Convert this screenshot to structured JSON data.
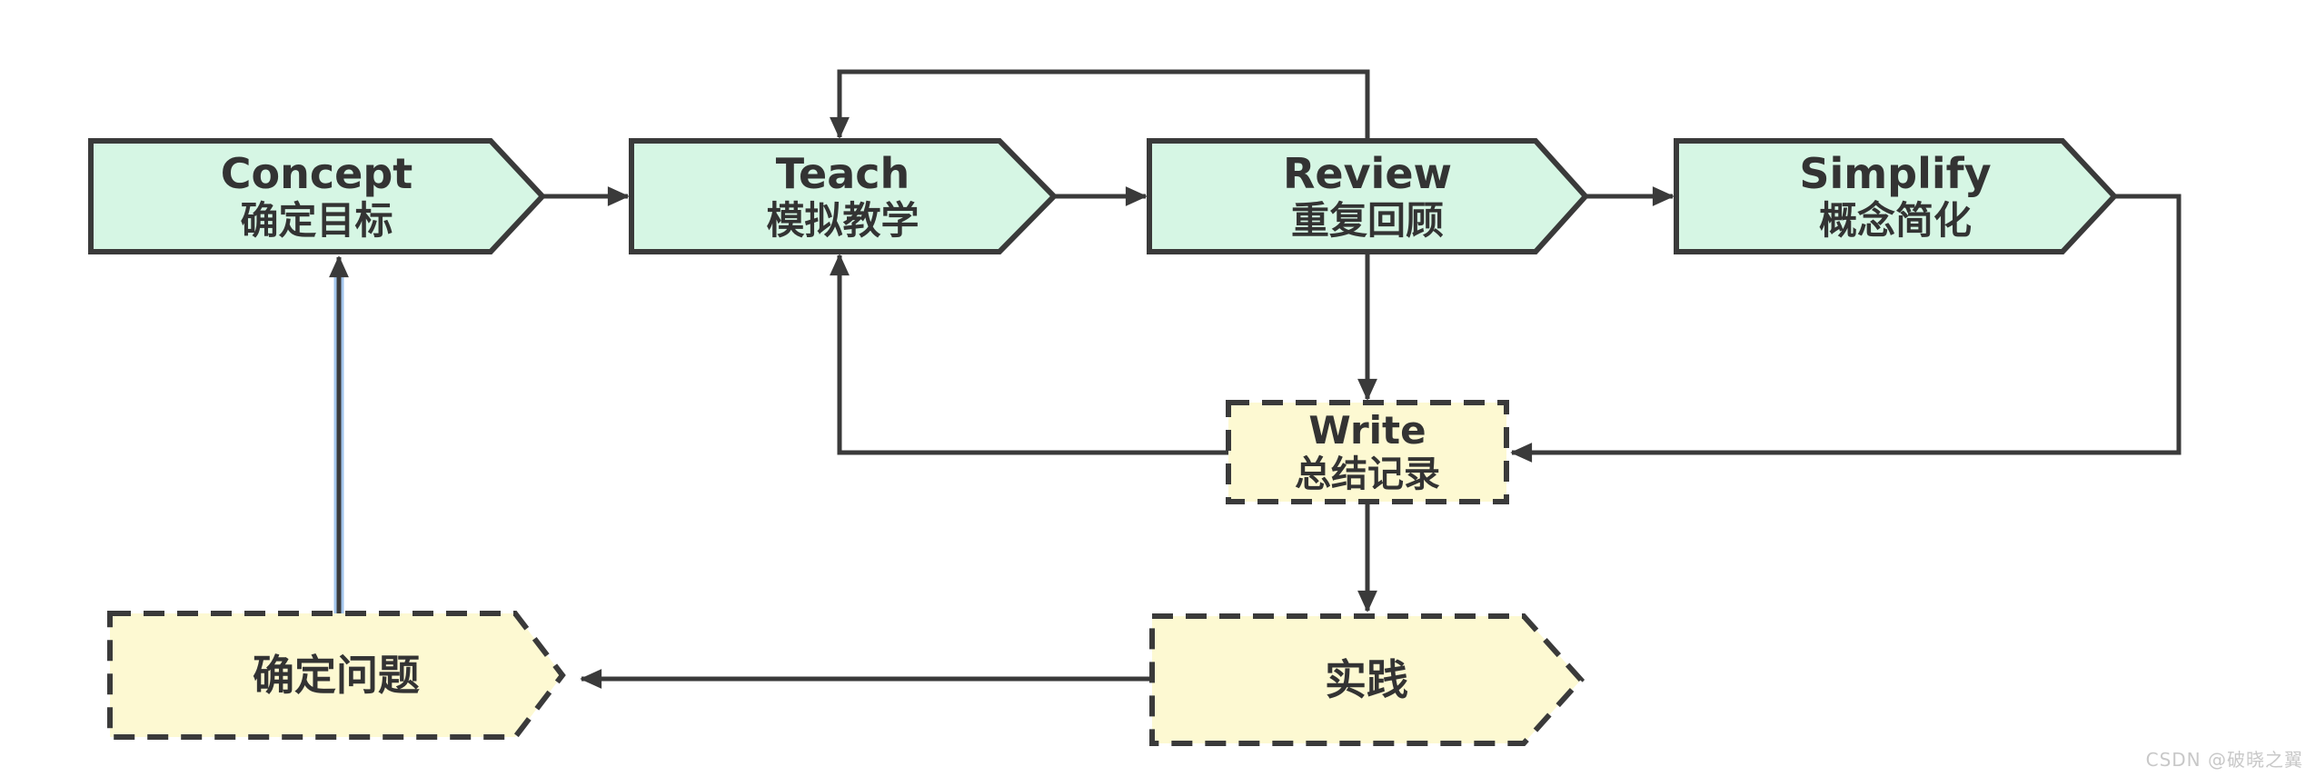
{
  "diagram": {
    "type": "flowchart",
    "colors": {
      "node_fill_green": "#d6f6e4",
      "node_fill_yellow": "#fdf9d2",
      "border_and_lines": "#3a3a3a",
      "highlight_edge_glow": "#8cb8e8",
      "label_text": "#333333",
      "background": "#ffffff",
      "watermark_text": "#c8c8c8"
    },
    "nodes": [
      {
        "id": "concept",
        "label_en": "Concept",
        "label_zh": "确定目标",
        "shape": "signpost-pentagon",
        "style": "green-solid"
      },
      {
        "id": "teach",
        "label_en": "Teach",
        "label_zh": "模拟教学",
        "shape": "signpost-pentagon",
        "style": "green-solid"
      },
      {
        "id": "review",
        "label_en": "Review",
        "label_zh": "重复回顾",
        "shape": "signpost-pentagon",
        "style": "green-solid"
      },
      {
        "id": "simplify",
        "label_en": "Simplify",
        "label_zh": "概念简化",
        "shape": "signpost-pentagon",
        "style": "green-solid"
      },
      {
        "id": "write",
        "label_en": "Write",
        "label_zh": "总结记录",
        "shape": "rectangle",
        "style": "yellow-dashed"
      },
      {
        "id": "identify-problem",
        "label_zh": "确定问题",
        "shape": "signpost-pentagon",
        "style": "yellow-dashed"
      },
      {
        "id": "practice",
        "label_zh": "实践",
        "shape": "signpost-pentagon",
        "style": "yellow-dashed"
      }
    ],
    "edges": [
      {
        "from": "concept",
        "to": "teach",
        "route": "straight-right"
      },
      {
        "from": "teach",
        "to": "review",
        "route": "straight-right"
      },
      {
        "from": "review",
        "to": "simplify",
        "route": "straight-right"
      },
      {
        "from": "review",
        "to": "teach",
        "route": "loop-over-top"
      },
      {
        "from": "simplify",
        "to": "write",
        "route": "right-then-down-then-left"
      },
      {
        "from": "review",
        "to": "write",
        "route": "straight-down"
      },
      {
        "from": "write",
        "to": "teach",
        "route": "left-then-up"
      },
      {
        "from": "write",
        "to": "practice",
        "route": "straight-down"
      },
      {
        "from": "practice",
        "to": "identify-problem",
        "route": "straight-left"
      },
      {
        "from": "identify-problem",
        "to": "concept",
        "route": "straight-up",
        "highlighted": true
      }
    ],
    "watermark": "CSDN @破晓之翼"
  }
}
